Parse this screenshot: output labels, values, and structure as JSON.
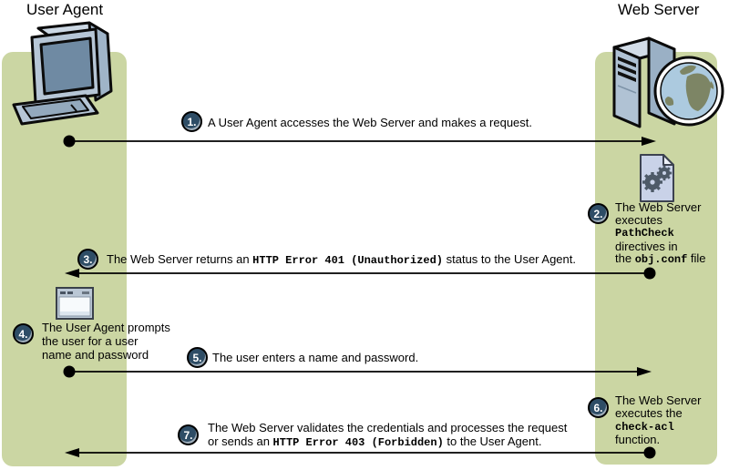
{
  "titles": {
    "left": "User Agent",
    "right": "Web Server"
  },
  "colors": {
    "band": "#cbd6a3",
    "badge_fill": "#2e4d66",
    "badge_text": "#ffffff",
    "arrow": "#000000",
    "text": "#000000",
    "icon_body": "#b3c4d6",
    "icon_screen": "#6f8aa3"
  },
  "icons": {
    "user_agent": "desktop-computer-icon",
    "web_server": "server-globe-icon",
    "step2": "document-gears-icon",
    "step4": "browser-window-icon"
  },
  "steps": [
    {
      "num": "1.",
      "lines": [
        [
          {
            "t": "A User Agent accesses the Web Server and makes a request."
          }
        ]
      ]
    },
    {
      "num": "2.",
      "lines": [
        [
          {
            "t": "The Web Server"
          }
        ],
        [
          {
            "t": "executes"
          }
        ],
        [
          {
            "t": "PathCheck",
            "mono": true
          }
        ],
        [
          {
            "t": "directives in"
          }
        ],
        [
          {
            "t": "the "
          },
          {
            "t": "obj.conf",
            "mono": true
          },
          {
            "t": " file"
          }
        ]
      ]
    },
    {
      "num": "3.",
      "lines": [
        [
          {
            "t": "The Web Server returns an "
          },
          {
            "t": "HTTP Error 401 (Unauthorized)",
            "mono": true
          },
          {
            "t": " status to the User Agent."
          }
        ]
      ]
    },
    {
      "num": "4.",
      "lines": [
        [
          {
            "t": "The User Agent prompts"
          }
        ],
        [
          {
            "t": "the user for a user"
          }
        ],
        [
          {
            "t": "name and password"
          }
        ]
      ]
    },
    {
      "num": "5.",
      "lines": [
        [
          {
            "t": "The user enters a name and password."
          }
        ]
      ]
    },
    {
      "num": "6.",
      "lines": [
        [
          {
            "t": "The Web Server"
          }
        ],
        [
          {
            "t": "executes the"
          }
        ],
        [
          {
            "t": "check-acl",
            "mono": true
          }
        ],
        [
          {
            "t": "function."
          }
        ]
      ]
    },
    {
      "num": "7.",
      "lines": [
        [
          {
            "t": "The Web Server validates the credentials and processes the request"
          }
        ],
        [
          {
            "t": "or sends an "
          },
          {
            "t": "HTTP Error 403 (Forbidden)",
            "mono": true
          },
          {
            "t": " to the User Agent."
          }
        ]
      ]
    }
  ]
}
